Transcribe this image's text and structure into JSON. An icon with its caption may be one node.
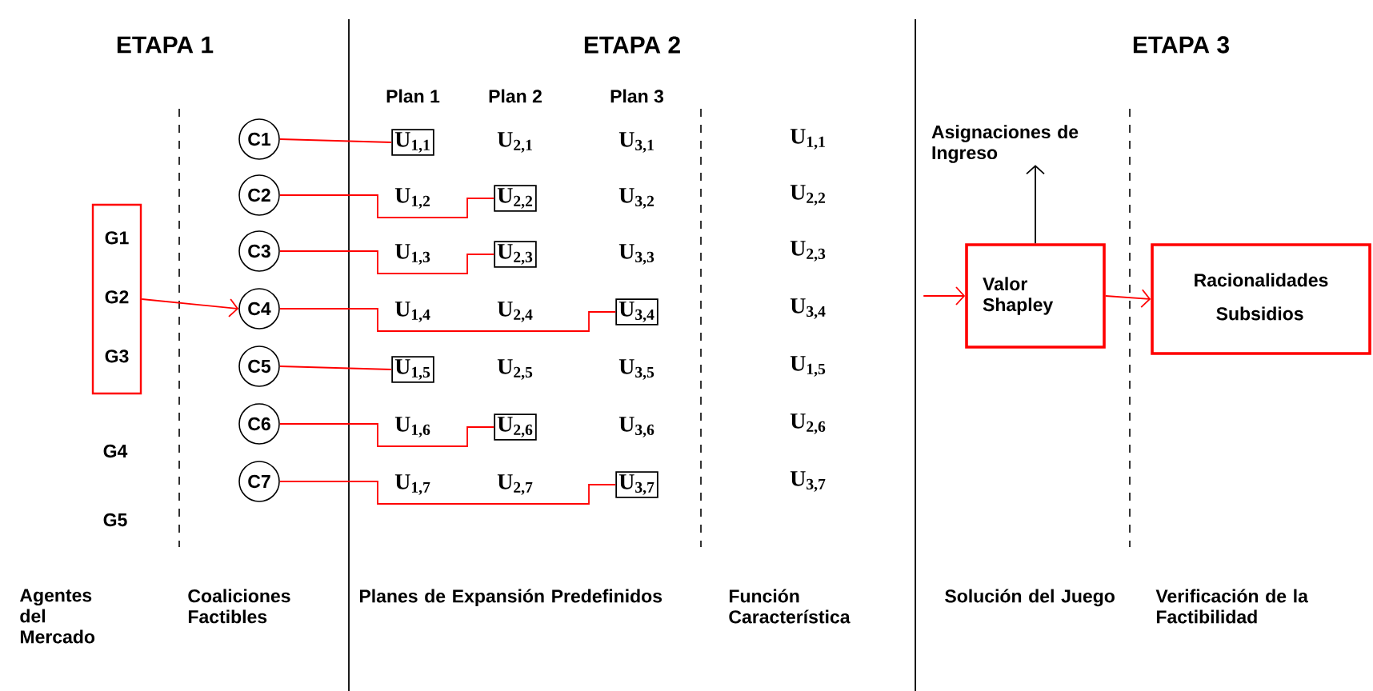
{
  "diagram": {
    "nodes": [
      {
        "text": [
          "G1",
          "G2",
          "G3"
        ]
      },
      {
        "text": [
          "C1"
        ]
      },
      {
        "text": [
          "C2"
        ]
      },
      {
        "text": [
          "C3"
        ]
      },
      {
        "text": [
          "C4"
        ]
      },
      {
        "text": [
          "C5"
        ]
      },
      {
        "text": [
          "C6"
        ]
      },
      {
        "text": [
          "C7"
        ]
      },
      {
        "text": [
          "U$_{1,1}$"
        ]
      },
      {
        "text": [
          "U$_{2,2}$"
        ]
      },
      {
        "text": [
          "U$_{2,3}$"
        ]
      },
      {
        "text": [
          "U$_{3,4}$"
        ]
      },
      {
        "text": [
          "U$_{1,5}$"
        ]
      },
      {
        "text": [
          "U$_{2,6}$"
        ]
      },
      {
        "text": [
          "U$_{3,7}$"
        ]
      },
      {
        "text": [
          "Valor Shapley"
        ]
      },
      {
        "text": [
          "Racionalidades",
          "Subsidios"
        ]
      },
      {
        "text": [
          "Asignaciones de Ingreso"
        ]
      }
    ],
    "edges": [
      {
        "from": 0,
        "to": 4,
        "arrow": "to"
      },
      {
        "from": 1,
        "to": 8,
        "arrow": "none"
      },
      {
        "from": 2,
        "to": 9,
        "arrow": "none"
      },
      {
        "from": 3,
        "to": 10,
        "arrow": "none"
      },
      {
        "from": 4,
        "to": 11,
        "arrow": "none"
      },
      {
        "from": 5,
        "to": 12,
        "arrow": "none"
      },
      {
        "from": 6,
        "to": 13,
        "arrow": "none"
      },
      {
        "from": 7,
        "to": 14,
        "arrow": "none"
      },
      {
        "from": null,
        "to": 15,
        "arrow": "to"
      },
      {
        "from": 15,
        "to": 16,
        "arrow": "to"
      },
      {
        "from": 15,
        "to": 17,
        "arrow": "to",
        "color": "#000000"
      }
    ],
    "labels": [
      "ETAPA 1",
      "ETAPA 2",
      "ETAPA 3",
      "Plan 1",
      "Plan 2",
      "Plan 3",
      "U$_{2,1}$",
      "U$_{3,1}$",
      "U$_{1,1}$",
      "U$_{1,2}$",
      "U$_{3,2}$",
      "U$_{2,2}$",
      "U$_{1,3}$",
      "U$_{3,3}$",
      "U$_{2,3}$",
      "U$_{1,4}$",
      "U$_{2,4}$",
      "U$_{3,4}$",
      "U$_{2,5}$",
      "U$_{3,5}$",
      "U$_{1,5}$",
      "U$_{1,6}$",
      "U$_{3,6}$",
      "U$_{2,6}$",
      "U$_{1,7}$",
      "U$_{2,7}$",
      "U$_{3,7}$",
      "G4",
      "G5",
      "Agentes del Mercado",
      "Coaliciones Factibles",
      "Planes de Expansión Predefinidos",
      "Función Característica",
      "Solución del Juego",
      "Verificación de la Factibilidad"
    ]
  }
}
